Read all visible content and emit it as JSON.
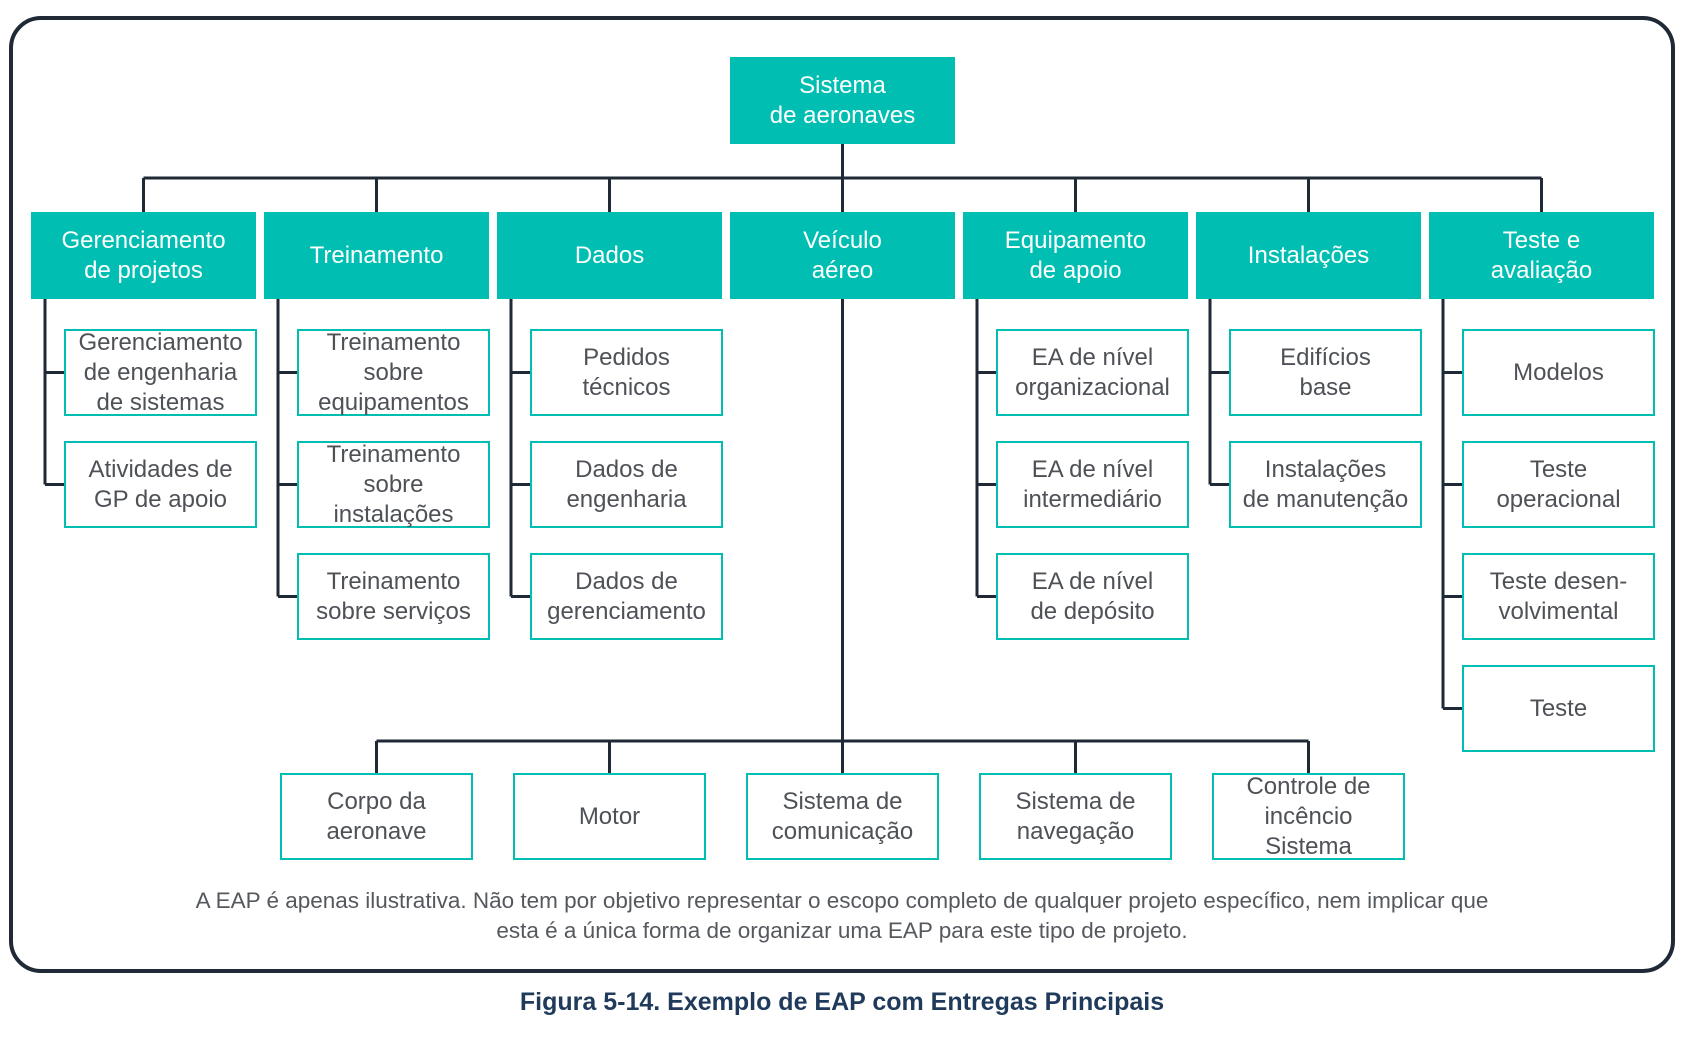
{
  "colors": {
    "accent": "#00bfb2",
    "frame": "#1f2a36",
    "line": "#1f2a36",
    "text": "#4e5257",
    "caption": "#1f3a5a"
  },
  "root": {
    "label": "Sistema\nde aeronaves"
  },
  "branches": [
    {
      "label": "Gerenciamento\nde projetos",
      "children": [
        "Gerenciamento\nde engenharia\nde sistemas",
        "Atividades de\nGP de apoio"
      ]
    },
    {
      "label": "Treinamento",
      "children": [
        "Treinamento\nsobre\nequipamentos",
        "Treinamento\nsobre\ninstalações",
        "Treinamento\nsobre serviços"
      ]
    },
    {
      "label": "Dados",
      "children": [
        "Pedidos\ntécnicos",
        "Dados de\nengenharia",
        "Dados de\ngerenciamento"
      ]
    },
    {
      "label": "Veículo\naéreo",
      "children": []
    },
    {
      "label": "Equipamento\nde apoio",
      "children": [
        "EA de nível\norganizacional",
        "EA de nível\nintermediário",
        "EA de nível\nde depósito"
      ]
    },
    {
      "label": "Instalações",
      "children": [
        "Edifícios\nbase",
        "Instalações\nde manutenção"
      ]
    },
    {
      "label": "Teste e\navaliação",
      "children": [
        "Modelos",
        "Teste\noperacional",
        "Teste desen-\nvolvimental",
        "Teste"
      ]
    }
  ],
  "air_vehicle_components": [
    "Corpo da\naeronave",
    "Motor",
    "Sistema de\ncomunicação",
    "Sistema de\nnavegação",
    "Controle de\nincêncio\nSistema"
  ],
  "footnote": "A EAP é apenas ilustrativa. Não tem por objetivo representar o escopo completo de qualquer projeto  específico, nem implicar que\nesta é a única forma de organizar uma EAP para este tipo de projeto.",
  "caption": "Figura 5-14. Exemplo de EAP com Entregas Principais"
}
